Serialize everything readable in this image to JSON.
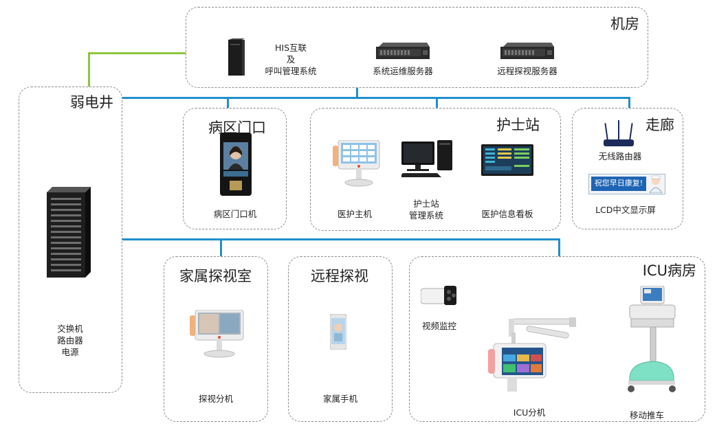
{
  "zones": {
    "server_room": {
      "title": "机房"
    },
    "weak_shaft": {
      "title": "弱电井"
    },
    "ward_entrance": {
      "title": "病区门口"
    },
    "nurse_station": {
      "title": "护士站"
    },
    "corridor": {
      "title": "走廊"
    },
    "family_room": {
      "title": "家属探视室"
    },
    "remote_visit": {
      "title": "远程探视"
    },
    "icu_ward": {
      "title": "ICU病房"
    }
  },
  "devices": {
    "his_server": {
      "line1": "HIS互联",
      "line2": "及",
      "line3": "呼叫管理系统"
    },
    "ops_server": "系统运维服务器",
    "remote_server": "远程探视服务器",
    "rack": {
      "line1": "交换机",
      "line2": "路由器",
      "line3": "电源"
    },
    "door_unit": "病区门口机",
    "medical_host": "医护主机",
    "nurse_system": {
      "line1": "护士站",
      "line2": "管理系统"
    },
    "info_board": "医护信息看板",
    "wifi_router": "无线路由器",
    "lcd_display": "LCD中文显示屏",
    "lcd_screen_text": "祝您早日康复!",
    "visit_unit": "探视分机",
    "family_phone": "家属手机",
    "camera": "视频监控",
    "icu_unit": "ICU分机",
    "mobile_cart": "移动推车"
  },
  "colors": {
    "network_line": "#1f8fcc",
    "link_line": "#8cc63f",
    "zone_border": "#8a8a8a"
  }
}
